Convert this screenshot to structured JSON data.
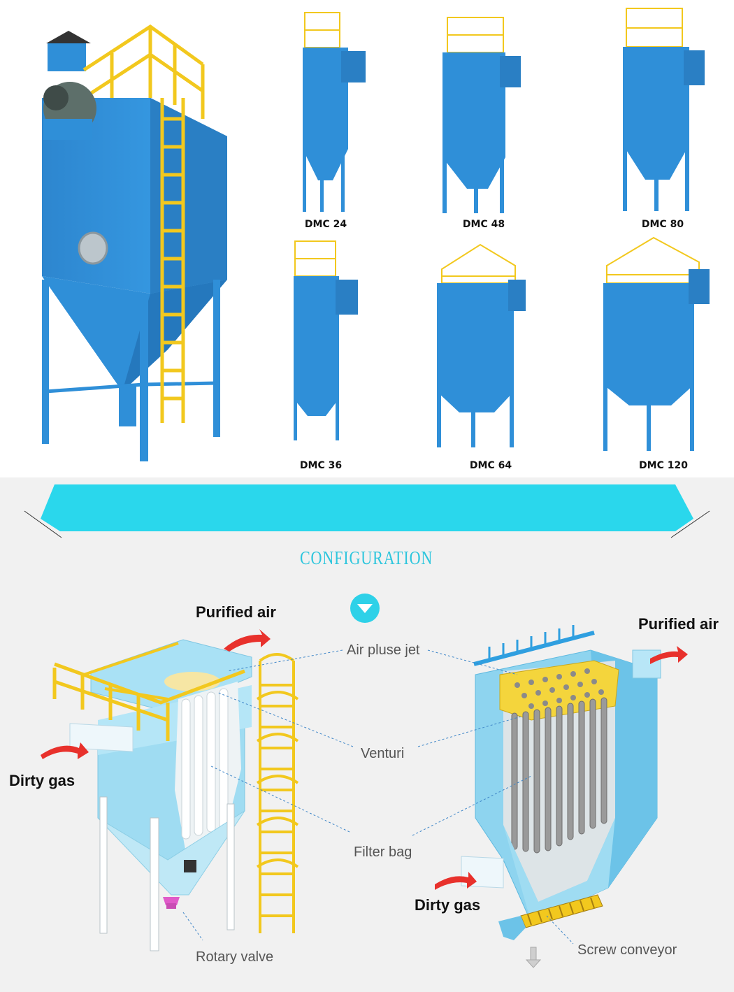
{
  "models": [
    {
      "name": "DMC 24"
    },
    {
      "name": "DMC 48"
    },
    {
      "name": "DMC 80"
    },
    {
      "name": "DMC 36"
    },
    {
      "name": "DMC 64"
    },
    {
      "name": "DMC 120"
    }
  ],
  "section": {
    "title": "CONFIGURATION"
  },
  "diagram": {
    "left": {
      "purified_air": "Purified air",
      "dirty_gas": "Dirty gas",
      "rotary_valve": "Rotary valve"
    },
    "callouts": {
      "air_pulse_jet": "Air pluse jet",
      "venturi": "Venturi",
      "filter_bag": "Filter bag"
    },
    "right": {
      "purified_air": "Purified air",
      "dirty_gas": "Dirty gas",
      "screw_conveyor": "Screw conveyor"
    }
  },
  "colors": {
    "machine_blue": "#2f8fd8",
    "machine_blue_dark": "#1d6fb3",
    "railing_yellow": "#f2c81e",
    "banner_cyan": "#2ad7ec",
    "title_cyan": "#2ec6dd",
    "diagram_light_blue": "#9fdcf2",
    "arrow_red": "#e8312c",
    "filter_gray": "#9a9a9a"
  }
}
